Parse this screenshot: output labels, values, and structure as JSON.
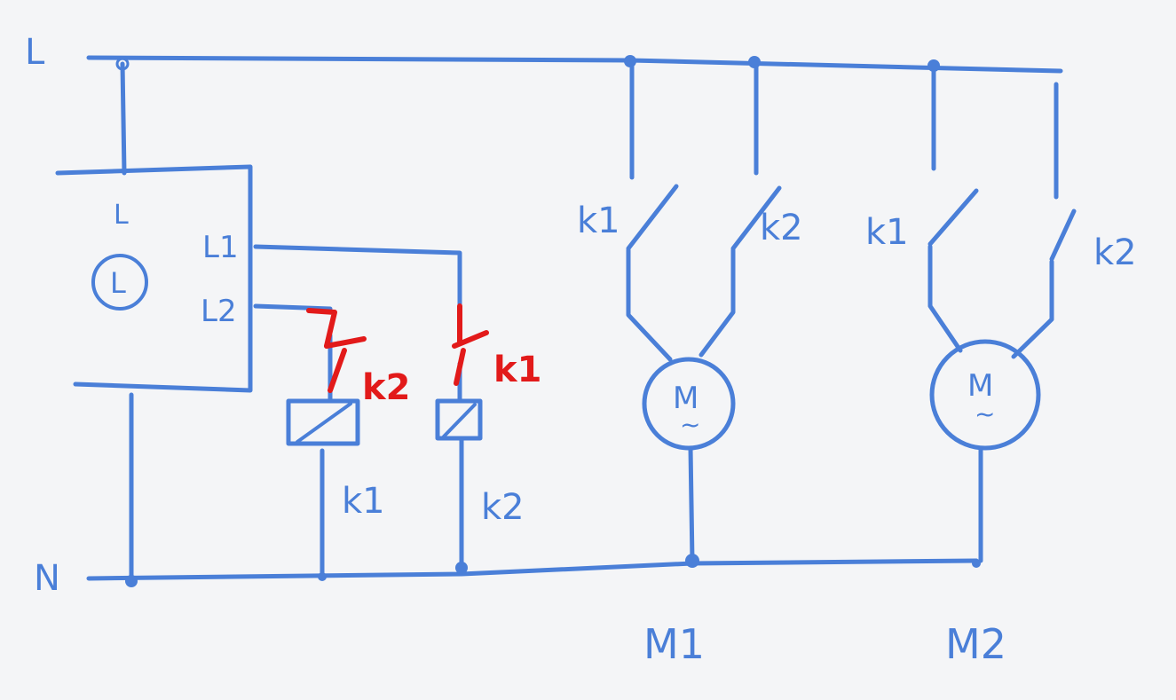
{
  "labels": {
    "rail_L": "L",
    "rail_N": "N",
    "box_L": "L",
    "clock_symbol": "L",
    "box_L1": "L1",
    "box_L2": "L2",
    "coil_k1_label": "k1",
    "coil_k2_label": "k2",
    "red_contact_k2": "k2",
    "red_contact_k1": "k1",
    "m1_k1_contact": "k1",
    "m1_k2_contact": "k2",
    "m2_k1_contact": "k1",
    "m2_k2_contact": "k2",
    "motor_symbol_m1": "M",
    "motor_symbol_m2": "M",
    "motor_tilde_m1": "~",
    "motor_tilde_m2": "~",
    "motor1_label": "M1",
    "motor2_label": "M2"
  },
  "colors": {
    "wire": "#4a7fd8",
    "interlock": "#e21a1a",
    "paper": "#f4f5f7"
  }
}
